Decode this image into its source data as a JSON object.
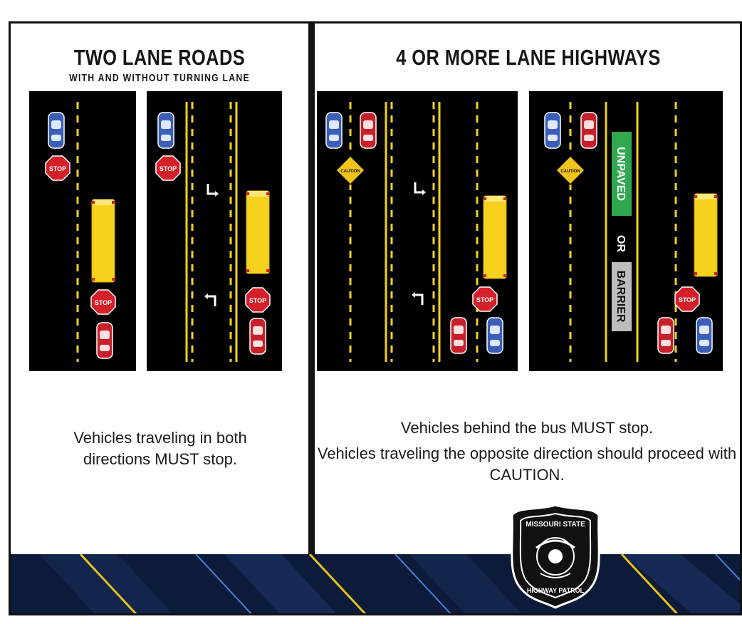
{
  "left_panel": {
    "title": "TWO LANE ROADS",
    "subtitle": "WITH AND WITHOUT TURNING LANE",
    "caption": "Vehicles traveling in both directions MUST stop."
  },
  "right_panel": {
    "title": "4 OR MORE LANE HIGHWAYS",
    "caption_line1": "Vehicles behind the bus MUST stop.",
    "caption_line2": "Vehicles traveling the opposite direction should proceed with CAUTION."
  },
  "signs": {
    "stop": "STOP",
    "caution": "CAUTION",
    "unpaved": "UNPAVED",
    "or": "OR",
    "barrier": "BARRIER"
  },
  "seal": {
    "top_text": "MISSOURI STATE",
    "bottom_text": "HIGHWAY PATROL"
  },
  "colors": {
    "road": "#000000",
    "yellow_line": "#f2d21a",
    "bus": "#f6d21e",
    "blue_car": "#3b5fb8",
    "red_car": "#c8202a",
    "stop_sign": "#d5202a",
    "unpaved_sign": "#2fa84f",
    "barrier_sign": "#bdbdbd",
    "footer": "#0d1b3a"
  }
}
